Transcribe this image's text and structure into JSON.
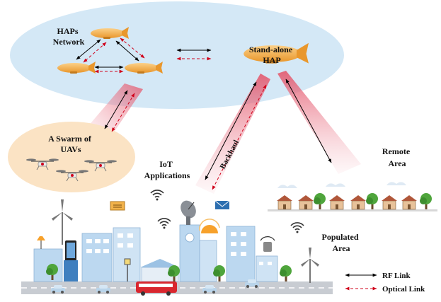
{
  "labels": {
    "haps_network": [
      "HAPs",
      "Network"
    ],
    "standalone_hap": [
      "Stand-alone",
      "HAP"
    ],
    "swarm": [
      "A Swarm of",
      "UAVs"
    ],
    "iot": [
      "IoT",
      "Applications"
    ],
    "backhaul": "Backhaul",
    "remote": [
      "Remote",
      "Area"
    ],
    "populated": [
      "Populated",
      "Area"
    ]
  },
  "legend": {
    "rf": "RF Link",
    "optical": "Optical Link"
  },
  "colors": {
    "sky_ellipse": "#d4e8f6",
    "swarm_ellipse": "#fbe3c4",
    "airship": "#f6b24a",
    "rf_link": "#000000",
    "optical_link": "#d0021b",
    "beam": "#e98b9b",
    "building": "#bcd8f0",
    "road": "#c8ccd2",
    "bus": "#d9262e"
  },
  "icons": [
    "airship-icon",
    "drone-icon",
    "wifi-icon",
    "satellite-dish-icon",
    "envelope-icon",
    "router-icon",
    "smartphone-icon",
    "wind-turbine-icon",
    "tree-icon",
    "bus-icon",
    "car-icon",
    "house-icon",
    "lamp-icon",
    "sun-icon"
  ]
}
